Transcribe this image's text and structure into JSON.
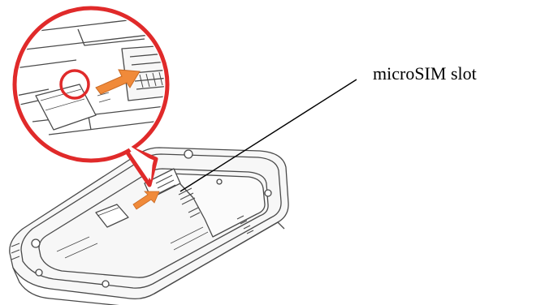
{
  "callout": {
    "label": "microSIM slot"
  },
  "colors": {
    "magnifier_outline": "#e02a2a",
    "insert_arrow": "#f08a3a",
    "device_line": "#4a4a4a",
    "device_fill": "#f7f7f7",
    "leader_line": "#000000"
  },
  "icons": {
    "magnifier": "zoom-callout-circle",
    "arrow": "insert-direction-arrow"
  }
}
